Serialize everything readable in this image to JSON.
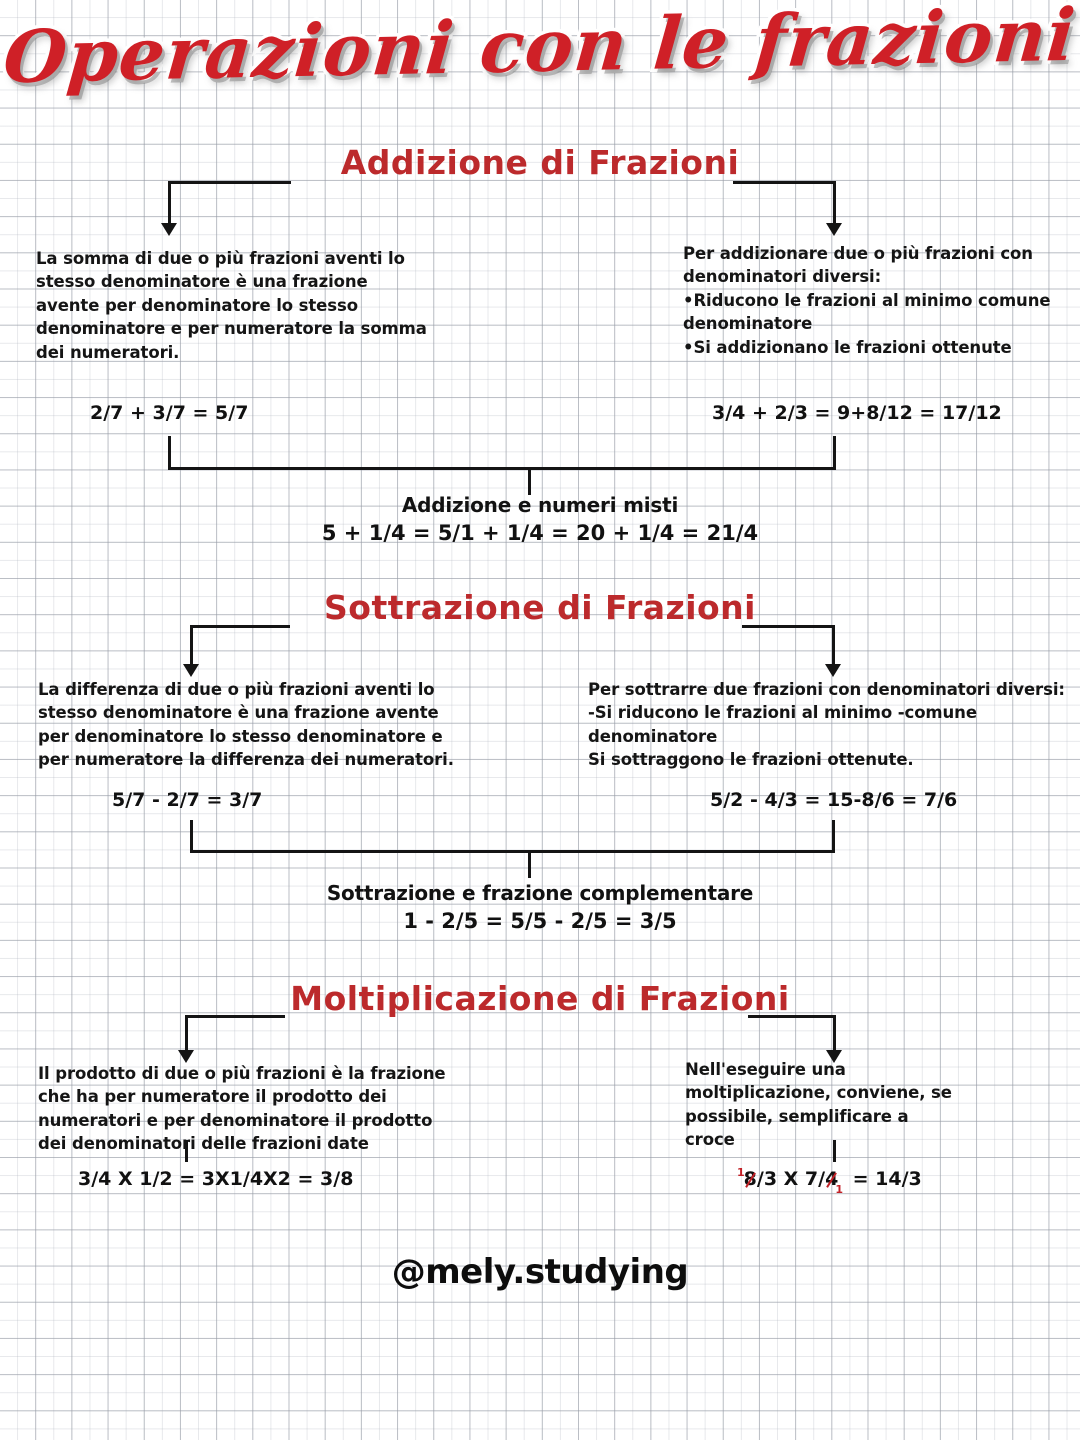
{
  "page": {
    "title": "Operazioni con le frazioni",
    "handle": "@mely.studying",
    "accent_color": "#bc2a2c",
    "title_color": "#cf2027",
    "text_color": "#151515",
    "paper": "squared-grid"
  },
  "sections": [
    {
      "heading": "Addizione di Frazioni",
      "left": {
        "lines": [
          "La somma di due o più frazioni aventi lo",
          "stesso denominatore è una frazione",
          "avente per denominatore lo stesso",
          "denominatore e per numeratore la somma",
          "dei numeratori."
        ],
        "formula": "2/7 + 3/7 = 5/7"
      },
      "right": {
        "lines": [
          "Per addizionare due o più frazioni con",
          "denominatori diversi:",
          "•Riducono le frazioni al minimo comune",
          "denominatore",
          "•Si addizionano le frazioni ottenute"
        ],
        "formula": "3/4 + 2/3 = 9+8/12 = 17/12"
      },
      "sub": {
        "title": "Addizione e numeri misti",
        "formula": "5 + 1/4 = 5/1 + 1/4 = 20 + 1/4 = 21/4"
      }
    },
    {
      "heading": "Sottrazione di Frazioni",
      "left": {
        "lines": [
          "La differenza di due o più frazioni aventi lo",
          "stesso denominatore è una frazione avente",
          "per denominatore lo stesso denominatore e",
          "per numeratore la differenza dei numeratori."
        ],
        "formula": "5/7 - 2/7 = 3/7"
      },
      "right": {
        "lines": [
          "Per sottrarre due frazioni con denominatori diversi:",
          "-Si riducono le frazioni al minimo -comune",
          "denominatore",
          "Si sottraggono le frazioni ottenute."
        ],
        "formula": "5/2 - 4/3 = 15-8/6 = 7/6"
      },
      "sub": {
        "title": "Sottrazione e frazione complementare",
        "formula": "1 - 2/5 = 5/5 - 2/5 = 3/5"
      }
    },
    {
      "heading": "Moltiplicazione di Frazioni",
      "left": {
        "lines": [
          "Il prodotto di due o più frazioni è la frazione",
          "che ha per numeratore il prodotto dei",
          "numeratori e per denominatore il prodotto",
          "dei denominatori delle frazioni date"
        ],
        "formula": "3/4 X 1/2 = 3X1/4X2 = 3/8"
      },
      "right": {
        "lines": [
          "Nell'eseguire una",
          "moltiplicazione, conviene, se",
          "possibile, semplificare a",
          "croce"
        ],
        "formula_parts": {
          "cancelled_numerator": "8",
          "cancelled_numerator_mark": "1",
          "mid": "/3 X 7/",
          "cancelled_denominator": "4",
          "cancelled_denominator_mark": "1",
          "tail": " = 14/3"
        },
        "formula_plain": "8/3 X 7/4 = 14/3"
      }
    }
  ]
}
